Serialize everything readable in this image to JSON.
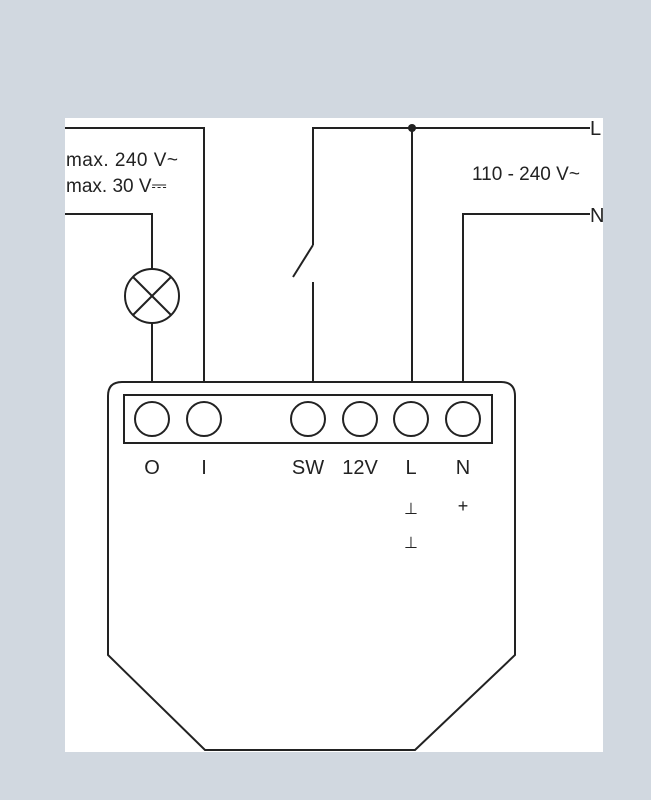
{
  "ratings": {
    "ac": "max. 240 V~",
    "dc": "max. 30 V⎓"
  },
  "supply": {
    "voltage": "110 - 240 V~",
    "line_label": "L",
    "neutral_label": "N"
  },
  "terminals": [
    {
      "label": "O"
    },
    {
      "label": "I"
    },
    {
      "label": "SW"
    },
    {
      "label": "12V"
    },
    {
      "label": "L"
    },
    {
      "label": "N"
    }
  ],
  "polarity": {
    "l_mark_1": "⊥",
    "l_mark_2": "⊥",
    "n_mark": "+"
  },
  "icons": [
    "lamp-icon",
    "switch-icon",
    "junction-dot"
  ],
  "colors": {
    "background": "#d1d8e0",
    "panel": "#ffffff",
    "line": "#222222"
  }
}
